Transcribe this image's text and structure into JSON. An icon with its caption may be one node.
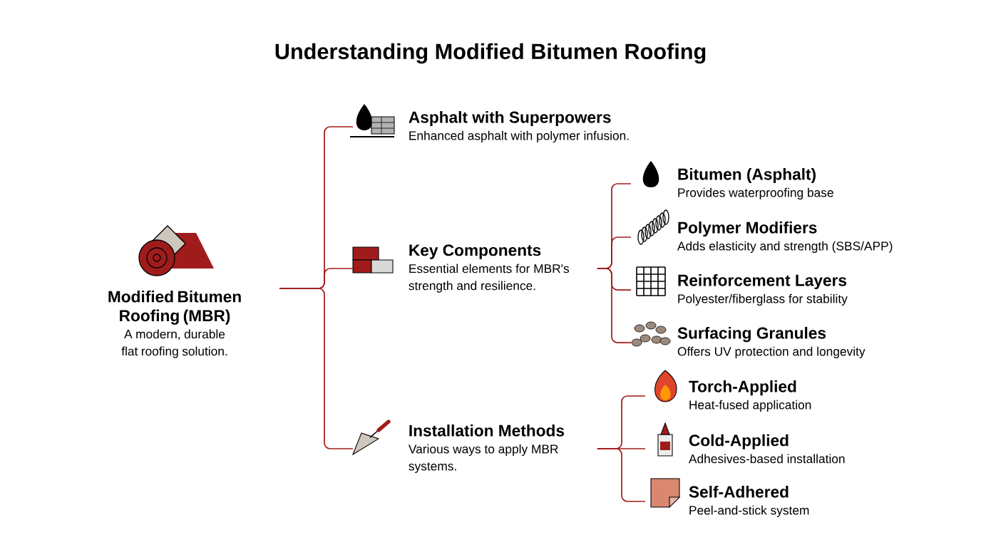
{
  "diagram": {
    "title": "Understanding Modified Bitumen Roofing",
    "nodes": [
      {
        "text": [
          "Modified Bitumen Roofing (MBR)",
          "A modern, durable flat roofing solution."
        ]
      },
      {
        "text": [
          "Asphalt with Superpowers",
          "Enhanced asphalt with polymer infusion."
        ]
      },
      {
        "text": [
          "Key Components",
          "Essential elements for MBR's strength and resilience."
        ]
      },
      {
        "text": [
          "Installation Methods",
          "Various ways to apply MBR systems."
        ]
      },
      {
        "text": [
          "Bitumen (Asphalt)",
          "Provides waterproofing base"
        ]
      },
      {
        "text": [
          "Polymer Modifiers",
          "Adds elasticity and strength (SBS/APP)"
        ]
      },
      {
        "text": [
          "Reinforcement Layers",
          "Polyester/fiberglass for stability"
        ]
      },
      {
        "text": [
          "Surfacing Granules",
          "Offers UV protection and longevity"
        ]
      },
      {
        "text": [
          "Torch-Applied",
          "Heat-fused application"
        ]
      },
      {
        "text": [
          "Cold-Applied",
          "Adhesives-based installation"
        ]
      },
      {
        "text": [
          "Self-Adhered",
          "Peel-and-stick system"
        ]
      }
    ],
    "edges": [
      {
        "from": 0,
        "to": 1,
        "arrow": "none"
      },
      {
        "from": 0,
        "to": 2,
        "arrow": "none"
      },
      {
        "from": 0,
        "to": 3,
        "arrow": "none"
      },
      {
        "from": 2,
        "to": 4,
        "arrow": "none"
      },
      {
        "from": 2,
        "to": 5,
        "arrow": "none"
      },
      {
        "from": 2,
        "to": 6,
        "arrow": "none"
      },
      {
        "from": 2,
        "to": 7,
        "arrow": "none"
      },
      {
        "from": 3,
        "to": 8,
        "arrow": "none"
      },
      {
        "from": 3,
        "to": 9,
        "arrow": "none"
      },
      {
        "from": 3,
        "to": 10,
        "arrow": "none"
      }
    ]
  }
}
